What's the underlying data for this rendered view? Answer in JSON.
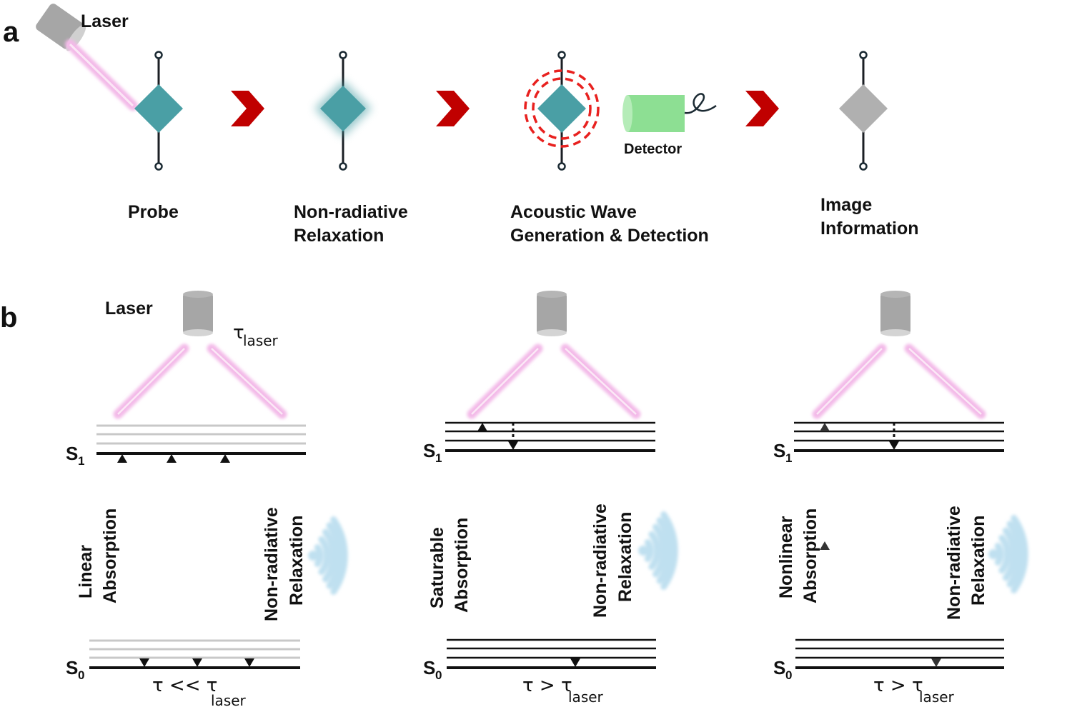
{
  "figure": {
    "panel_a": {
      "letter": "a",
      "laser_label": "Laser",
      "detector_label": "Detector",
      "steps": [
        {
          "line1": "Probe",
          "line2": ""
        },
        {
          "line1": "Non-radiative",
          "line2": "Relaxation"
        },
        {
          "line1": "Acoustic Wave",
          "line2": "Generation & Detection"
        },
        {
          "line1": "Image",
          "line2": "Information"
        }
      ]
    },
    "panel_b": {
      "letter": "b",
      "laser_label": "Laser",
      "tau_symbol": "τ",
      "tau_sub": "laser",
      "diagrams": [
        {
          "absorption_line1": "Linear",
          "absorption_line2": "Absorption",
          "relax_line1": "Non-radiative",
          "relax_line2": "Relaxation",
          "condition_left": "τ << τ",
          "condition_sub": "laser"
        },
        {
          "absorption_line1": "Saturable",
          "absorption_line2": "Absorption",
          "relax_line1": "Non-radiative",
          "relax_line2": "Relaxation",
          "condition_left": "τ > τ",
          "condition_sub": "laser"
        },
        {
          "absorption_line1": "Nonlinear",
          "absorption_line2": "Absorption",
          "relax_line1": "Non-radiative",
          "relax_line2": "Relaxation",
          "condition_left": "τ > τ",
          "condition_sub": "laser"
        }
      ],
      "state_S": "S",
      "state_sub_1": "1",
      "state_sub_0": "0"
    },
    "colors": {
      "probe_teal": "#4a9fa5",
      "image_gray": "#b0b0b0",
      "chevron_red": "#c00000",
      "acoustic_red": "#e8211f",
      "detector_green": "#8ddf93",
      "laser_gray": "#a6a6a6",
      "beam_pink": "#f3b9e8",
      "wave_blue": "#bfe0f0"
    }
  }
}
